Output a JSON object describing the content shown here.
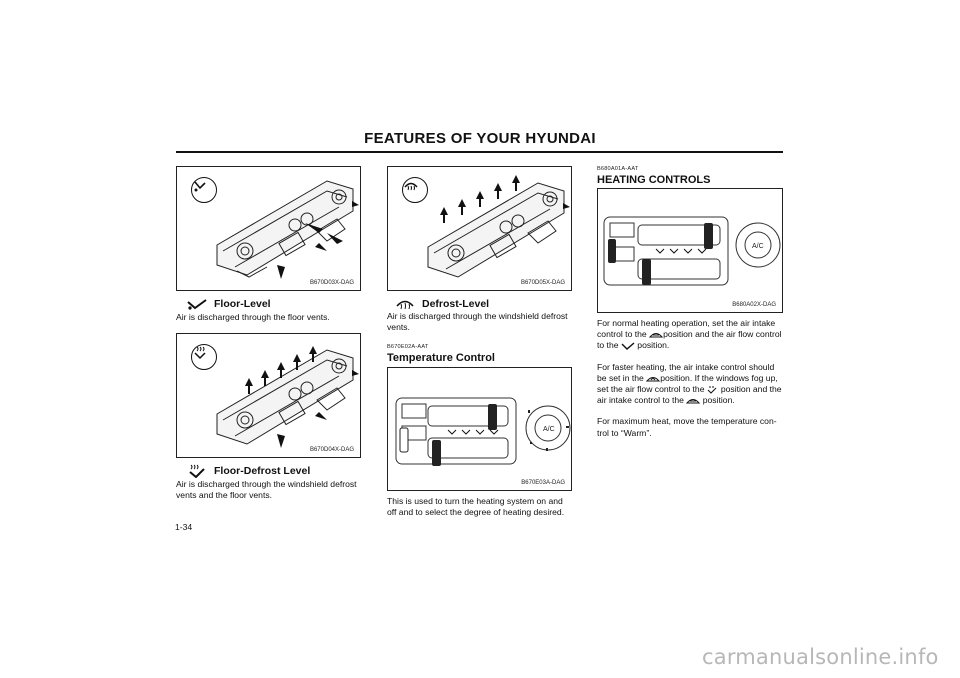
{
  "header": {
    "title": "FEATURES OF YOUR HYUNDAI"
  },
  "figures": {
    "floor": {
      "code": "B670D03X-DAG",
      "icon": "floor-vent-icon"
    },
    "floor_defrost": {
      "code": "B670D04X-DAG",
      "icon": "floor-defrost-icon"
    },
    "defrost": {
      "code": "B670D05X-DAG",
      "icon": "defrost-icon"
    },
    "temperature": {
      "code": "B670E03A-DAG"
    },
    "heating": {
      "code": "B680A02X-DAG"
    }
  },
  "col1": {
    "floor_heading": "Floor-Level",
    "floor_text": "Air is discharged through the floor vents.",
    "floor_defrost_heading": "Floor-Defrost  Level",
    "floor_defrost_text_1": "Air is discharged through the windshield defrost",
    "floor_defrost_text_2": "vents and the floor vents."
  },
  "col2": {
    "defrost_heading": "Defrost-Level",
    "defrost_text_1": "Air is discharged through the windshield defrost",
    "defrost_text_2": "vents.",
    "temp_code": "B670E02A-AAT",
    "temp_title": "Temperature  Control",
    "temp_text_1": "This is used to turn the heating system on and",
    "temp_text_2": "off and to select the degree of heating desired."
  },
  "col3": {
    "code": "B680A01A-AAT",
    "title": "HEATING CONTROLS",
    "p1_l1": "For normal heating operation, set the air intake",
    "p1_l2a": "control to the",
    "p1_l2b": "position and the air flow control",
    "p1_l3a": "to the",
    "p1_l3b": "position.",
    "p2_l1": "For faster heating, the air intake control should",
    "p2_l2a": "be set in the",
    "p2_l2b": "position. If the windows fog up,",
    "p2_l3a": "set the air flow control to the",
    "p2_l3b": "position and the",
    "p2_l4a": "air intake control to the",
    "p2_l4b": "position.",
    "p3_l1": "For maximum heat, move the temperature con-",
    "p3_l2": "trol to “Warm”."
  },
  "page_number": "1-34",
  "watermark": "carmanualsonline.info"
}
